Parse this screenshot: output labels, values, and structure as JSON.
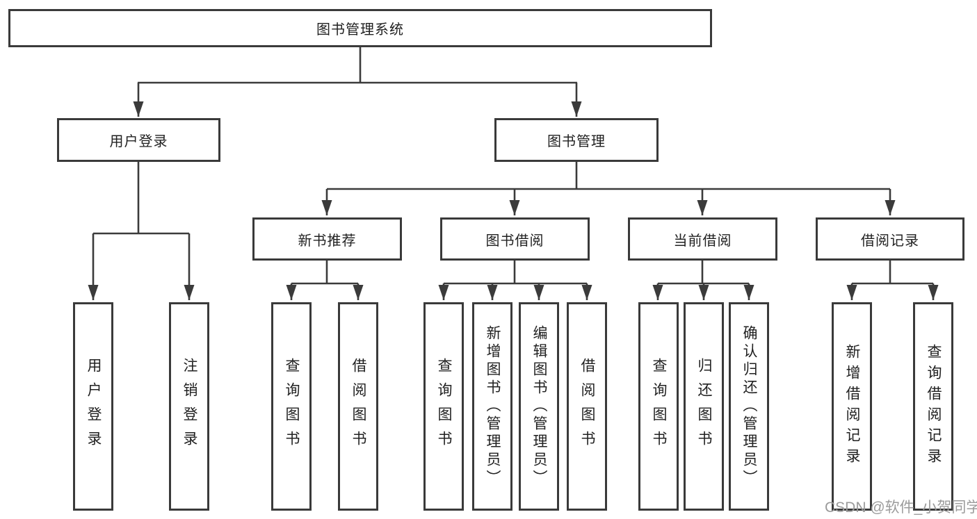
{
  "nodes": {
    "root": "图书管理系统",
    "level2": [
      "用户登录",
      "图书管理"
    ],
    "level3": [
      "新书推荐",
      "图书借阅",
      "当前借阅",
      "借阅记录"
    ],
    "leaves": {
      "login": [
        "用户登录",
        "注销登录"
      ],
      "newbook": [
        "查询图书",
        "借阅图书"
      ],
      "borrow": [
        "查询图书",
        "新增图书（管理员）",
        "编辑图书（管理员）",
        "借阅图书"
      ],
      "current": [
        "查询图书",
        "归还图书",
        "确认归还（管理员）"
      ],
      "records": [
        "新增借阅记录",
        "查询借阅记录"
      ]
    }
  },
  "watermark": "CSDN @软件_小贺同学",
  "colors": {
    "line": "#3b3b3b",
    "box_border": "#3a3a3a",
    "text": "#212121",
    "watermark": "#9b9b9b",
    "background": "#ffffff"
  }
}
